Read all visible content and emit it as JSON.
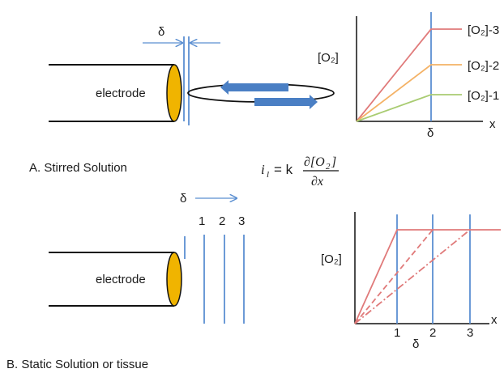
{
  "panel_a": {
    "electrode_label": "electrode",
    "delta": "δ",
    "caption": "A.  Stirred Solution",
    "graph": {
      "ylabel": "[O₂]",
      "xlabel": "x",
      "delta_tick": "δ",
      "curves": [
        {
          "label": "[O₂]-3",
          "color": "#e07a7a"
        },
        {
          "label": "[O₂]-2",
          "color": "#f4b266"
        },
        {
          "label": "[O₂]-1",
          "color": "#a9cc72"
        }
      ]
    }
  },
  "equation": {
    "lhs": "i",
    "lhs_sub": "l",
    "equals": "= k",
    "numerator": "∂[O",
    "numerator_sub": "2",
    "numerator_end": "]",
    "denominator": "∂x"
  },
  "panel_b": {
    "electrode_label": "electrode",
    "delta": "δ",
    "positions": [
      "1",
      "2",
      "3"
    ],
    "caption": "B. Static Solution or tissue",
    "graph": {
      "ylabel": "[O₂]",
      "xlabel": "x",
      "ticks": [
        "1",
        "2",
        "3"
      ],
      "delta_tick": "δ",
      "line_color": "#e07a7a"
    }
  },
  "colors": {
    "electrode_cap": "#f0b400",
    "boundary_line": "#5b8fd1",
    "arrow": "#4a7fc4"
  }
}
